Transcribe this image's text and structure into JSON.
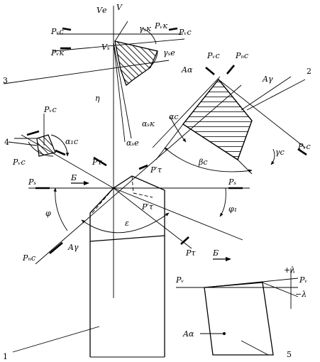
{
  "labels": {
    "ve": "Vе",
    "v": "V",
    "vs": "Vₛ",
    "pvc_1": "Pᵥc",
    "pvc_2": "Pᵥc",
    "pvk_1": "Pᵥк",
    "pvk_2": "Pᵥк",
    "gamma_sk": "γₛк",
    "gamma_se": "γₛе",
    "pvc_top": "Pᵥc",
    "pnc_top": "Pₙc",
    "a_alpha": "Aα",
    "a_gamma_top": "Aγ",
    "eta": "η",
    "alpha_sk": "αₛк",
    "alpha_se": "αₛе",
    "alpha_c": "αc",
    "pvc_left": "Pᵥc",
    "alpha_1c": "α₁c",
    "pvc_left2": "Pᵥc",
    "beta_c": "βc",
    "gamma_c": "γc",
    "pvc_right": "Pᵥc",
    "p_tau_left": "Pτ",
    "p_tau_prime_top": "P′τ",
    "ps_left": "Pₛ",
    "b_left": "Б",
    "ps_right": "Pₛ",
    "p_tau_prime_bot": "P′τ",
    "phi": "φ",
    "phi_1": "φ₁",
    "epsilon": "ε",
    "pnc_bottom": "Pₙc",
    "a_gamma_bottom": "Aγ",
    "p_tau_bottom": "Pτ",
    "b_right": "Б",
    "pv": "Pᵥ",
    "plus_lambda": "+λ",
    "pv_right": "Pᵥ",
    "minus_lambda": "−λ",
    "a_alpha_bottom": "Aα"
  },
  "numbers": {
    "n1": "1",
    "n2": "2",
    "n3": "3",
    "n4": "4",
    "n5": "5"
  }
}
